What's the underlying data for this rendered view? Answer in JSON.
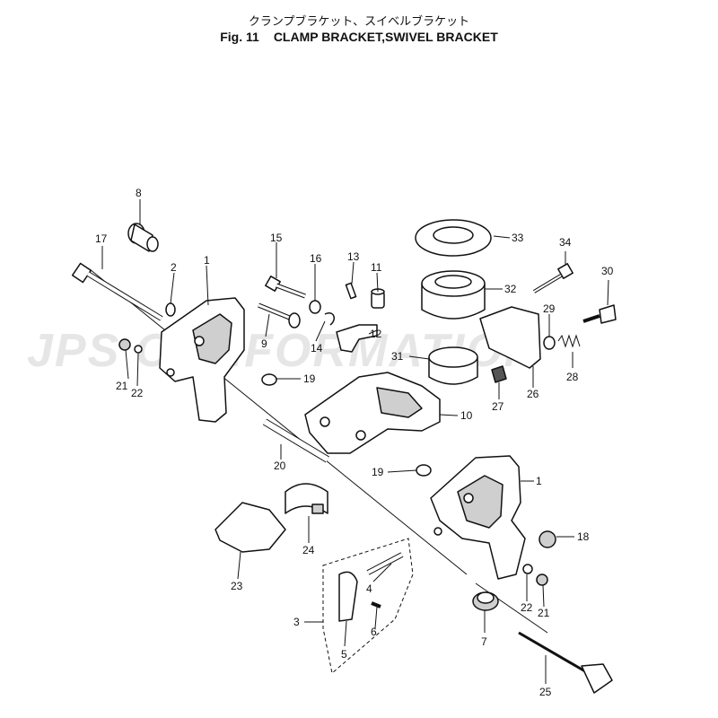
{
  "header": {
    "title_jp": "クランプブラケット、スイベルブラケット",
    "fig_label": "Fig. 11",
    "title_en": "CLAMP BRACKET,SWIVEL BRACKET"
  },
  "watermark": "JPS CONFORMATION",
  "callouts": {
    "c1a": "1",
    "c1b": "1",
    "c2": "2",
    "c3": "3",
    "c4": "4",
    "c5": "5",
    "c6": "6",
    "c7": "7",
    "c8": "8",
    "c9": "9",
    "c10": "10",
    "c11": "11",
    "c12": "12",
    "c13": "13",
    "c14": "14",
    "c15": "15",
    "c16": "16",
    "c17": "17",
    "c18": "18",
    "c19a": "19",
    "c19b": "19",
    "c20": "20",
    "c21a": "21",
    "c21b": "21",
    "c22a": "22",
    "c22b": "22",
    "c23": "23",
    "c24": "24",
    "c25": "25",
    "c26": "26",
    "c27": "27",
    "c28": "28",
    "c29": "29",
    "c30": "30",
    "c31": "31",
    "c32": "32",
    "c33": "33",
    "c34": "34"
  },
  "colors": {
    "line": "#111111",
    "watermark": "#e6e6e6",
    "background": "#ffffff"
  }
}
